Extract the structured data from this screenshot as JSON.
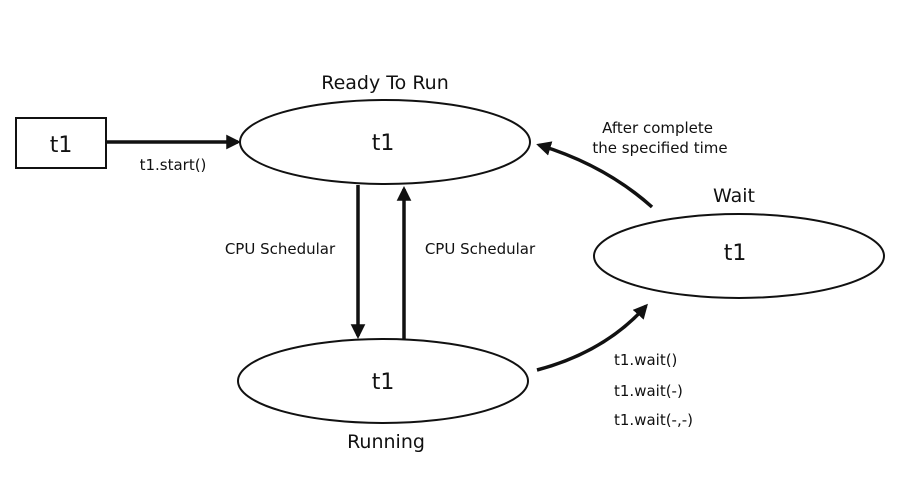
{
  "thread_box": {
    "label": "t1"
  },
  "states": {
    "ready": {
      "title": "Ready To Run",
      "label": "t1"
    },
    "running": {
      "title": "Running",
      "label": "t1"
    },
    "wait": {
      "title": "Wait",
      "label": "t1"
    }
  },
  "edges": {
    "start": {
      "label": "t1.start()"
    },
    "schedule_down": {
      "label": "CPU Schedular"
    },
    "schedule_up": {
      "label": "CPU Schedular"
    },
    "to_ready": {
      "label_lines": [
        "After complete",
        "the specified time"
      ]
    },
    "to_wait": {
      "label_lines": [
        "t1.wait()",
        "t1.wait(-)",
        "t1.wait(-,-)"
      ]
    }
  }
}
